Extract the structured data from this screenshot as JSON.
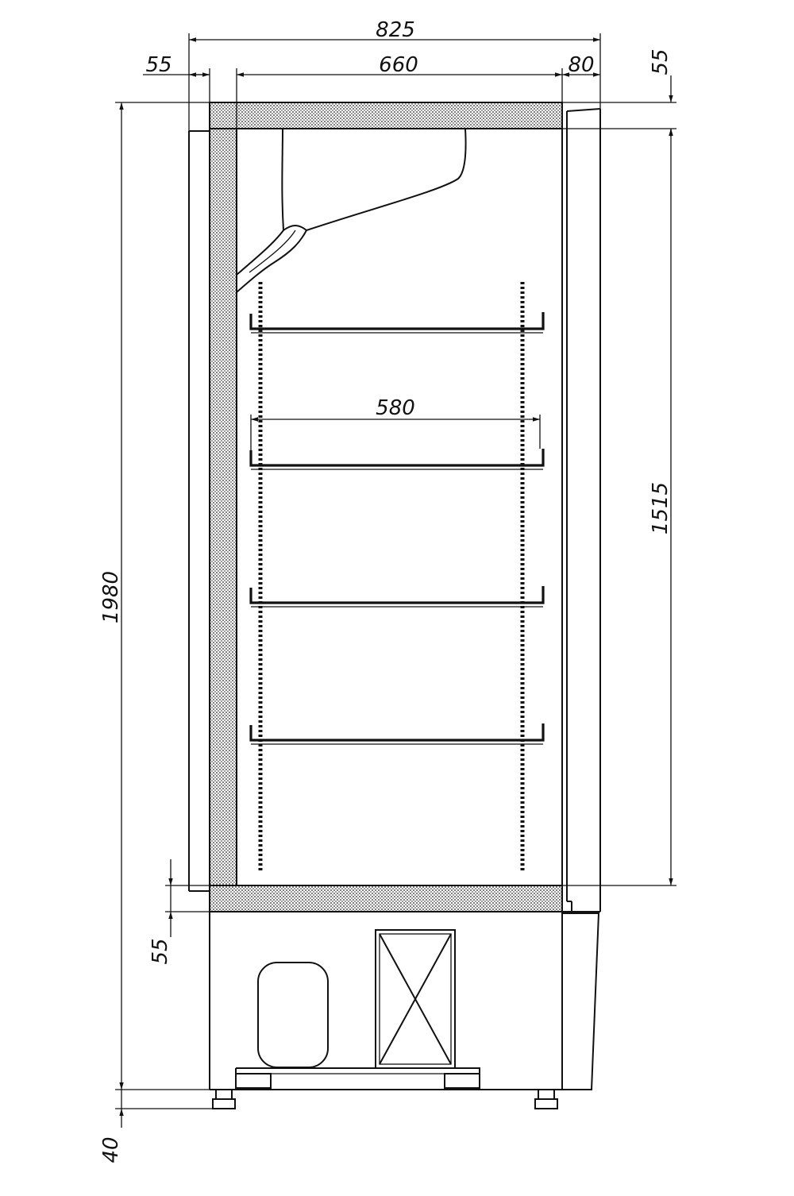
{
  "dimensions": {
    "overall_width": "825",
    "left_offset": "55",
    "inner_width": "660",
    "right_offset": "80",
    "top_insulation": "55",
    "overall_height": "1980",
    "interior_height": "1515",
    "shelf_width": "580",
    "bottom_insulation": "55",
    "feet_height": "40"
  },
  "colors": {
    "line": "#111111",
    "background": "#ffffff"
  }
}
